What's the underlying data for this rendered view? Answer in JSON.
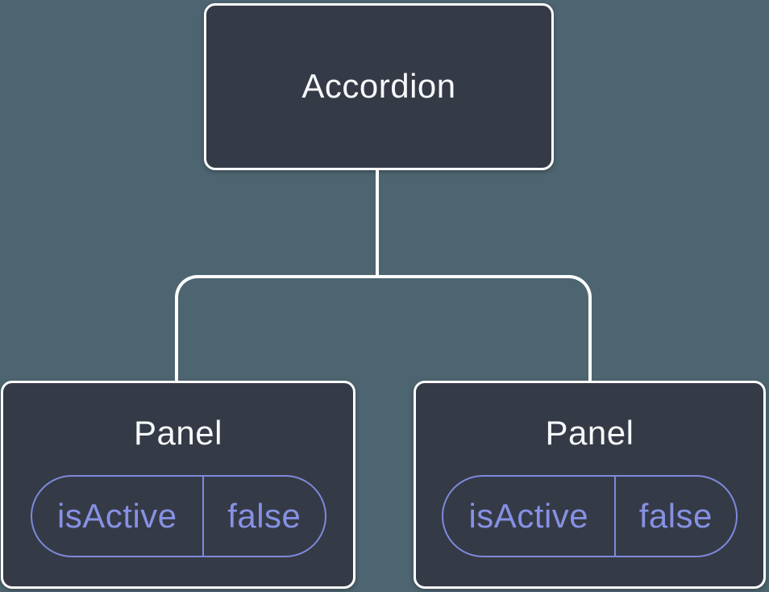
{
  "diagram": {
    "root": {
      "label": "Accordion"
    },
    "panels": [
      {
        "label": "Panel",
        "state": {
          "name": "isActive",
          "value": "false"
        }
      },
      {
        "label": "Panel",
        "state": {
          "name": "isActive",
          "value": "false"
        }
      }
    ]
  },
  "colors": {
    "background": "#4d6570",
    "card_fill": "#353a47",
    "card_border": "#ffffff",
    "card_text": "#f7f8fa",
    "state_accent": "#8691e4",
    "state_border": "#7e89db",
    "connector": "#ffffff"
  }
}
